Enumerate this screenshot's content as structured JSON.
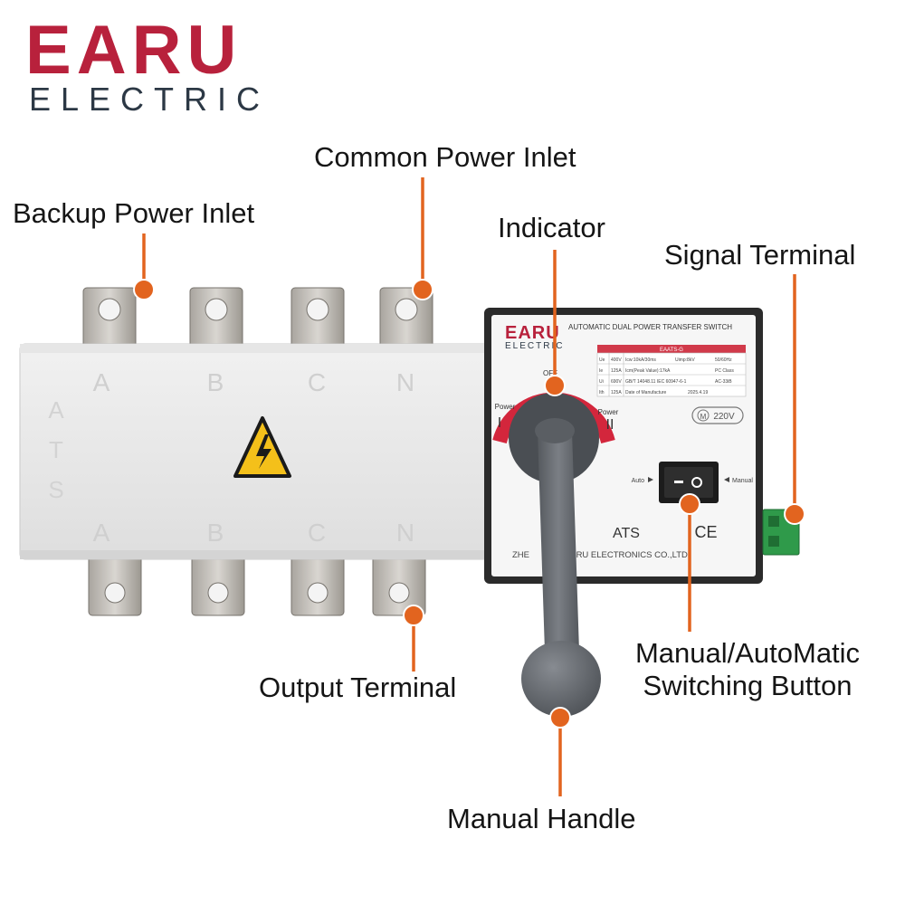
{
  "brand": {
    "name": "EARU",
    "subtitle": "ELECTRIC"
  },
  "callouts": {
    "common_power_inlet": "Common Power Inlet",
    "backup_power_inlet": "Backup Power Inlet",
    "indicator": "Indicator",
    "signal_terminal": "Signal Terminal",
    "manual_auto_line1": "Manual/AutoMatic",
    "manual_auto_line2": "Switching Button",
    "output_terminal": "Output Terminal",
    "manual_handle": "Manual Handle"
  },
  "switch_body": {
    "top_labels": [
      "A",
      "B",
      "C",
      "N"
    ],
    "bottom_labels": [
      "A",
      "B",
      "C",
      "N"
    ],
    "side_text": [
      "A",
      "T",
      "S"
    ]
  },
  "panel": {
    "logo": "EARU",
    "logo_sub": "ELECTRIC",
    "header": "AUTOMATIC DUAL POWER TRANSFER SWITCH",
    "model": "EAATS-G",
    "spec_rows": [
      [
        "Ue",
        "400V",
        "Icw:10kA/30ms",
        "Uimp:8kV",
        "50/60Hz"
      ],
      [
        "Ie",
        "125A",
        "Icm(Peak Value):17kA",
        "",
        "PC Class"
      ],
      [
        "Ui",
        "690V",
        "GB/T 14048.11 IEC 60947-6-1",
        "",
        "AC-33iB"
      ],
      [
        "Ith",
        "125A",
        "Date of Manufacture",
        "2025.4.19",
        ""
      ]
    ],
    "voltage_badge": "220V",
    "voltage_badge_prefix": "M",
    "off_label": "OFF",
    "power1_label": "Power",
    "power1_numeral": "I",
    "power2_label": "Power",
    "power2_numeral": "II",
    "auto_label": "Auto",
    "manual_label": "Manual",
    "ats_label": "ATS",
    "ce_mark": "CE",
    "company": "ZHE      YOU EARU ELECTRONICS CO.,LTD."
  },
  "colors": {
    "brand_red": "#b8213c",
    "brand_dark": "#2c3845",
    "callout_orange": "#e2641f",
    "handle_gray": "#6e7278"
  }
}
